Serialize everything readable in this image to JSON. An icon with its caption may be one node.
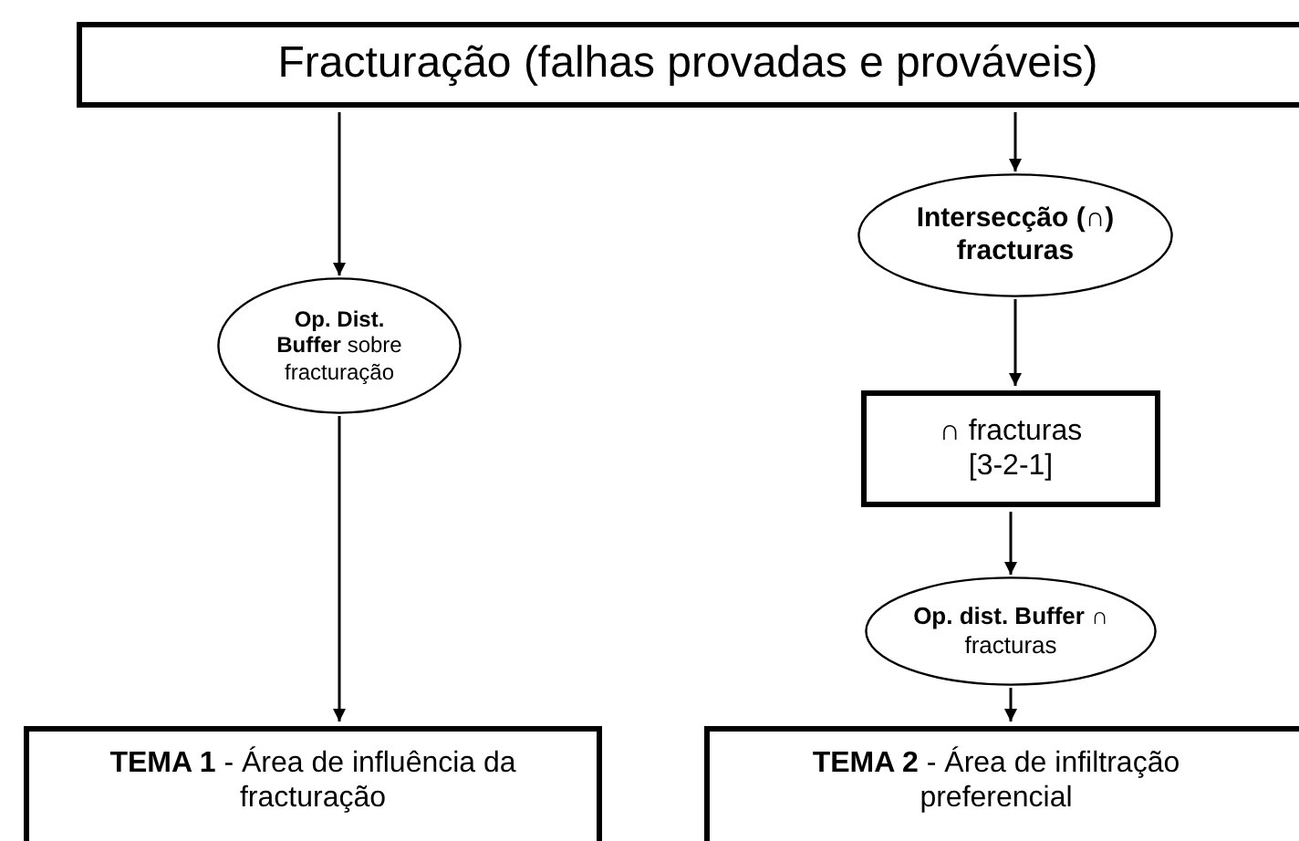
{
  "diagram": {
    "nodes": [
      {
        "text": [
          "Fracturação (falhas provadas e prováveis)"
        ]
      },
      {
        "text": [
          "**Op. Dist. Buffer** sobre fracturação"
        ]
      },
      {
        "text": [
          "Intersecção (∩) fracturas"
        ]
      },
      {
        "text": [
          "∩ fracturas [3-2-1]"
        ]
      },
      {
        "text": [
          "**Op. dist. Buffer** ∩ fracturas"
        ]
      },
      {
        "text": [
          "**TEMA 1** - Área de influência da fracturação"
        ]
      },
      {
        "text": [
          "**TEMA 2** - Área de infiltração preferencial"
        ]
      }
    ],
    "edges": [
      {
        "from": 0,
        "to": 1,
        "arrow": "to"
      },
      {
        "from": 1,
        "to": 5,
        "arrow": "to"
      },
      {
        "from": 0,
        "to": 2,
        "arrow": "to"
      },
      {
        "from": 2,
        "to": 3,
        "arrow": "to"
      },
      {
        "from": 3,
        "to": 4,
        "arrow": "to"
      },
      {
        "from": 4,
        "to": 6,
        "arrow": "to"
      }
    ]
  }
}
